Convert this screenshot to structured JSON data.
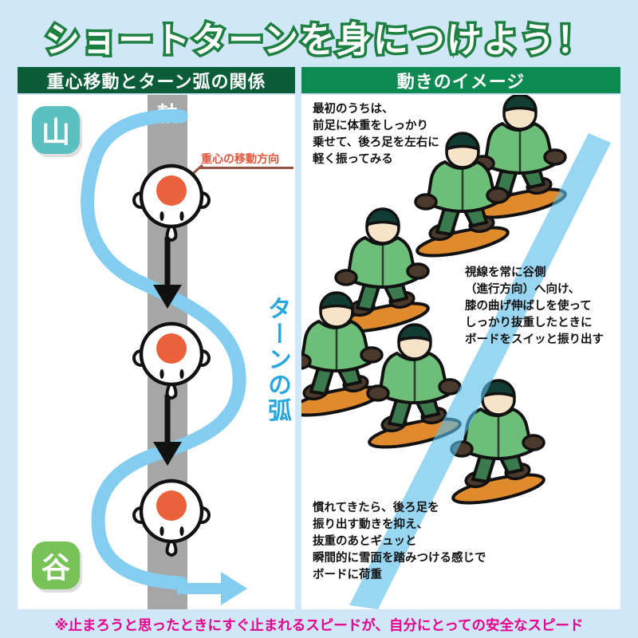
{
  "title": "ショートターンを身につけよう！",
  "colors": {
    "background": "#cfe7f7",
    "title_outline": "#1d8040",
    "left_header": "#0b5c38",
    "right_header": "#0d8a52",
    "arc_blue": "#82cdf0",
    "axis_gray": "#a6a6a6",
    "cog_orange": "#e4553a",
    "badge_yama": "#5cbfc0",
    "badge_tani": "#78c357",
    "footer_pink": "#e5008e",
    "jacket_green": "#6dbe78",
    "pants_green": "#3b7a4d",
    "board_orange": "#e08a2e"
  },
  "left_panel": {
    "header": "重心移動とターン弧の関係",
    "badge_top": "山",
    "badge_bottom": "谷",
    "axis_label": "軸",
    "cog_label": "重心の移動方向",
    "arc_label": "ターンの弧",
    "figure_count": 3,
    "arrow_count": 2
  },
  "right_panel": {
    "header": "動きのイメージ",
    "notes": [
      "最初のうちは、\n前足に体重をしっかり\n乗せて、後ろ足を左右に\n軽く振ってみる",
      "視線を常に谷側\n（進行方向）へ向け、\n膝の曲げ伸ばしを使って\nしっかり抜重したときに\nボードをスイッと振り出す",
      "慣れてきたら、後ろ足を\n振り出す動きを抑え、\n抜重のあとギュッと\n瞬間的に雪面を踏みつける感じで\nボードに荷重"
    ],
    "rider_count": 6
  },
  "footer": "※止まろうと思ったときにすぐ止まれるスピードが、自分にとっての安全なスピード"
}
